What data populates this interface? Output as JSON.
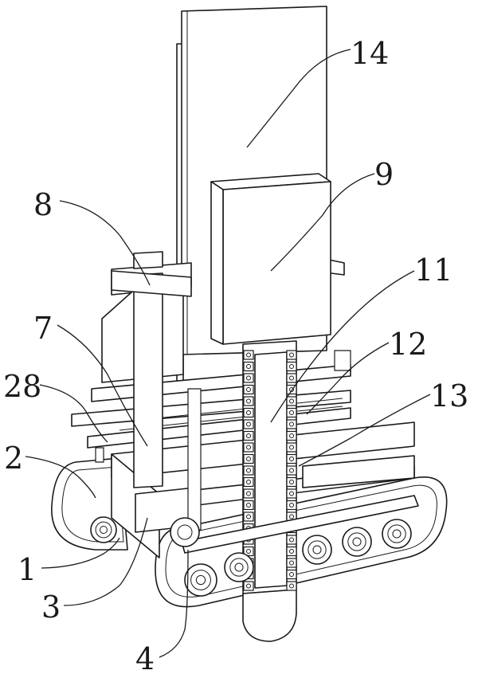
{
  "callouts": [
    {
      "id": "c14",
      "label": "14"
    },
    {
      "id": "c9",
      "label": "9"
    },
    {
      "id": "c8",
      "label": "8"
    },
    {
      "id": "c11",
      "label": "11"
    },
    {
      "id": "c7",
      "label": "7"
    },
    {
      "id": "c12",
      "label": "12"
    },
    {
      "id": "c28",
      "label": "28"
    },
    {
      "id": "c13",
      "label": "13"
    },
    {
      "id": "c2",
      "label": "2"
    },
    {
      "id": "c1",
      "label": "1"
    },
    {
      "id": "c3",
      "label": "3"
    },
    {
      "id": "c4",
      "label": "4"
    }
  ]
}
